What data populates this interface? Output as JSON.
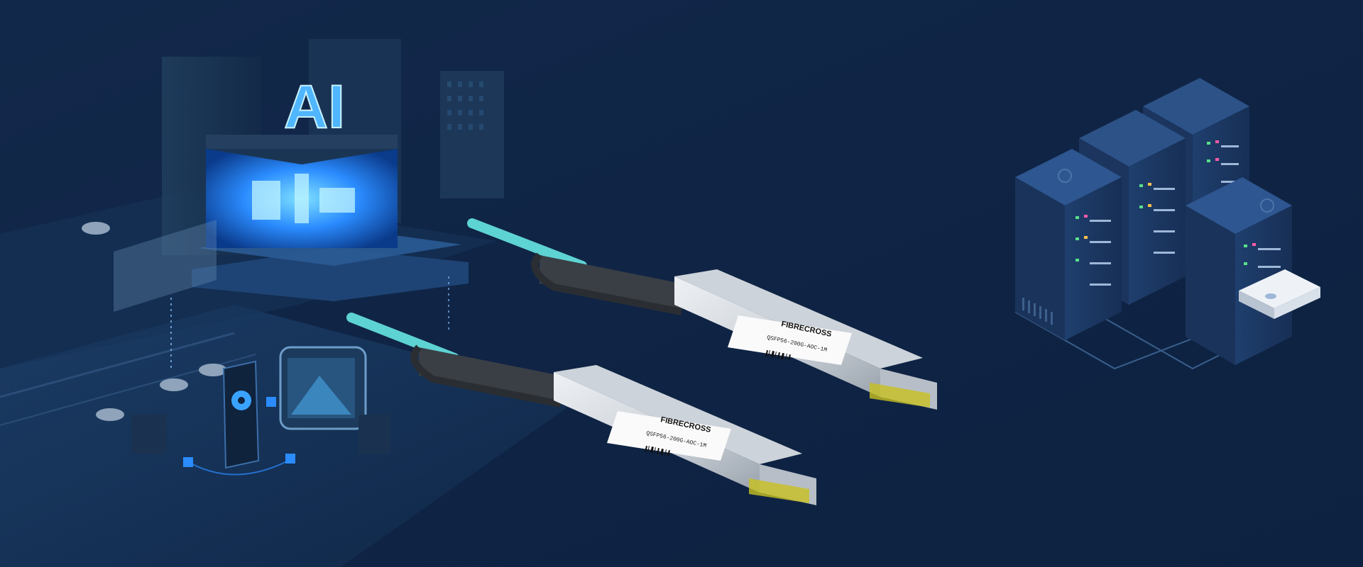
{
  "scene": {
    "background_color": "#0f2442",
    "accent_blue": "#2b8cff",
    "cable_aqua": "#5ed3d3"
  },
  "city": {
    "ai_sign": "AI"
  },
  "modules": [
    {
      "brand": "FIBRECROSS",
      "label_line1": "QSFP56-200G-AOC-1M",
      "label_line2": "",
      "label_line3": ""
    },
    {
      "brand": "FIBRECROSS",
      "label_line1": "QSFP56-200G-AOC-1M",
      "label_line2": "",
      "label_line3": ""
    }
  ],
  "servers": {
    "rack_count": 4,
    "icon": "server-rack-icon"
  }
}
